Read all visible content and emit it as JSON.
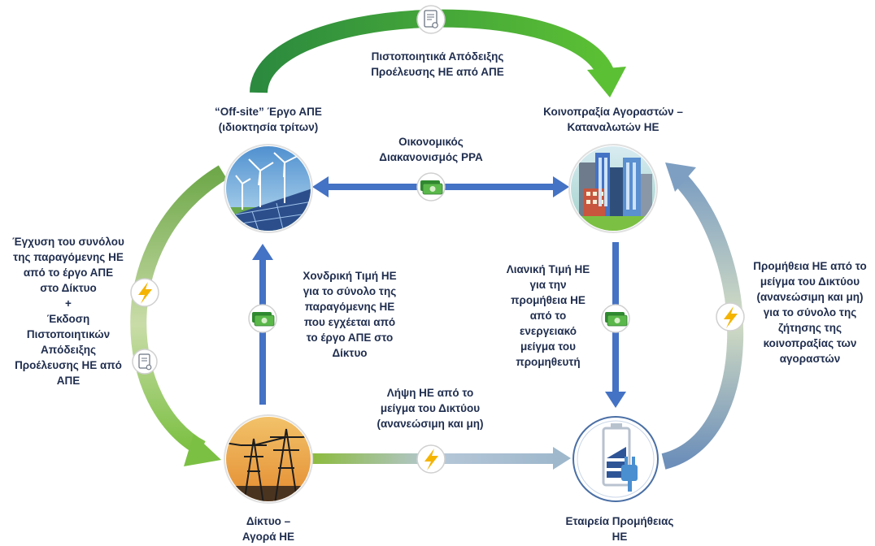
{
  "nodes": {
    "res_project": {
      "title_lines": [
        "“Off-site” Έργο ΑΠΕ",
        "(ιδιοκτησία τρίτων)"
      ]
    },
    "consortium": {
      "title_lines": [
        "Κοινοπραξία Αγοραστών –",
        "Καταναλωτών ΗΕ"
      ]
    },
    "grid_market": {
      "title_lines": [
        "Δίκτυο –",
        "Αγορά ΗΕ"
      ]
    },
    "supplier": {
      "title_lines": [
        "Εταιρεία Προμήθειας",
        "ΗΕ"
      ]
    }
  },
  "flows": {
    "certificates_top": {
      "lines": [
        "Πιστοποιητικά Απόδειξης",
        "Προέλευσης ΗΕ από ΑΠΕ"
      ]
    },
    "ppa_settlement": {
      "lines": [
        "Οικονομικός",
        "Διακανονισμός PPA"
      ]
    },
    "injection_left": {
      "lines": [
        "Έγχυση του συνόλου",
        "της παραγόμενης ΗΕ",
        "από το έργο ΑΠΕ",
        "στο Δίκτυο",
        "+",
        "Έκδοση",
        "Πιστοποιητικών",
        "Απόδειξης",
        "Προέλευσης ΗΕ από",
        "ΑΠΕ"
      ]
    },
    "wholesale_price": {
      "lines": [
        "Χονδρική Τιμή ΗΕ",
        "για το σύνολο της",
        "παραγόμενης ΗΕ",
        "που εγχέεται από",
        "το έργο ΑΠΕ στο",
        "Δίκτυο"
      ]
    },
    "retail_price": {
      "lines": [
        "Λιανική Τιμή ΗΕ",
        "για την",
        "προμήθεια ΗΕ",
        "από το",
        "ενεργειακό",
        "μείγμα του",
        "προμηθευτή"
      ]
    },
    "grid_receipt": {
      "lines": [
        "Λήψη ΗΕ από το",
        "μείγμα του Δικτύου",
        "(ανανεώσιμη και μη)"
      ]
    },
    "supply_right": {
      "lines": [
        "Προμήθεια ΗΕ από το",
        "μείγμα του Δικτύου",
        "(ανανεώσιμη και μη)",
        "για το σύνολο της",
        "ζήτησης της",
        "κοινοπραξίας των",
        "αγοραστών"
      ]
    }
  },
  "icons": {
    "certificate": "certificate-icon",
    "money": "money-icon",
    "lightning": "lightning-icon",
    "solar_wind": "solar-wind-icon",
    "buildings": "city-buildings-icon",
    "pylons": "power-pylons-icon",
    "plug_battery": "battery-plug-icon"
  },
  "colors": {
    "green": "#5cb833",
    "dark_green": "#2e8a3e",
    "blue": "#4472c4",
    "blue_gray": "#8ea9c8",
    "text": "#1f2d4e",
    "money": "#3a9a3a",
    "bolt": "#f4b400"
  }
}
